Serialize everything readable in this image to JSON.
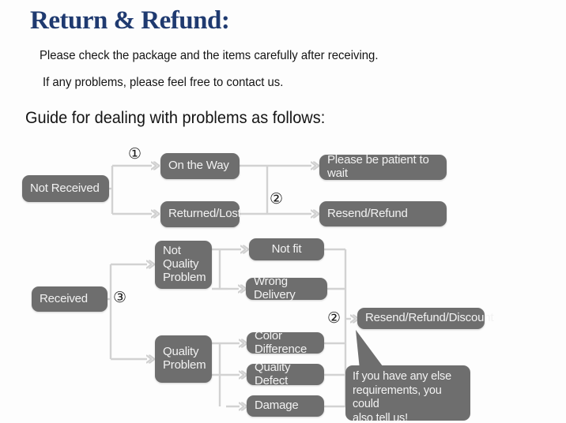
{
  "header": {
    "title": "Return & Refund:",
    "title_color": "#1f3a70",
    "line1": "Please check the package and the items carefully after receiving.",
    "line2": "If any problems, please feel free to contact us.",
    "guide_heading": "Guide for dealing with problems as follows:"
  },
  "style": {
    "node_fill": "#6e6e6e",
    "node_text": "#f2f2f2",
    "wire_color": "#d2d2d2",
    "page_bg": "#fdfdfd"
  },
  "flow": {
    "nodes": {
      "not_received": "Not Received",
      "on_the_way": "On the Way",
      "returned_lost": "Returned/Lost",
      "please_wait": "Please be patient to wait",
      "resend_refund": "Resend/Refund",
      "received": "Received",
      "not_quality_problem": "Not\nQuality\nProblem",
      "quality_problem": "Quality\nProblem",
      "not_fit": "Not fit",
      "wrong_delivery": "Wrong Delivery",
      "color_difference": "Color Difference",
      "quality_defect": "Quality Defect",
      "damage": "Damage",
      "resend_refund_discount": "Resend/Refund/Discount"
    },
    "markers": {
      "m1": "①",
      "m2_top": "②",
      "m3": "③",
      "m2_bottom": "②"
    }
  },
  "callout": {
    "line1": "If you have any else",
    "line2": "requirements, you could",
    "line3": "also tell us!"
  }
}
